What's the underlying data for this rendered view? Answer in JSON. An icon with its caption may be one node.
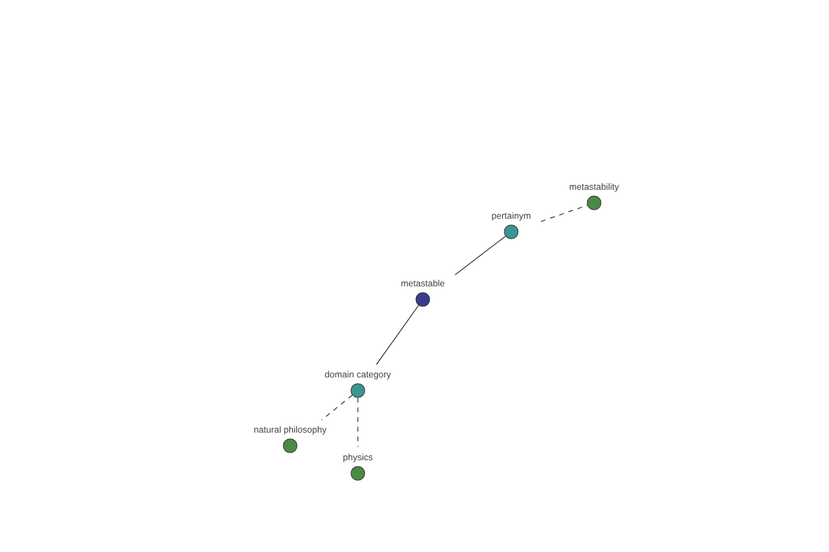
{
  "diagram": {
    "nodes": [
      {
        "text": [
          "metastable"
        ]
      },
      {
        "text": [
          "pertainym"
        ]
      },
      {
        "text": [
          "metastability"
        ]
      },
      {
        "text": [
          "domain category"
        ]
      },
      {
        "text": [
          "natural philosophy"
        ]
      },
      {
        "text": [
          "physics"
        ]
      }
    ],
    "edges": [
      {
        "from": 0,
        "to": 1,
        "arrow": "none"
      },
      {
        "from": 1,
        "to": 2,
        "arrow": "none",
        "style": "dashed"
      },
      {
        "from": 0,
        "to": 3,
        "arrow": "none"
      },
      {
        "from": 3,
        "to": 4,
        "arrow": "none",
        "style": "dashed"
      },
      {
        "from": 3,
        "to": 5,
        "arrow": "none",
        "style": "dashed"
      }
    ]
  }
}
